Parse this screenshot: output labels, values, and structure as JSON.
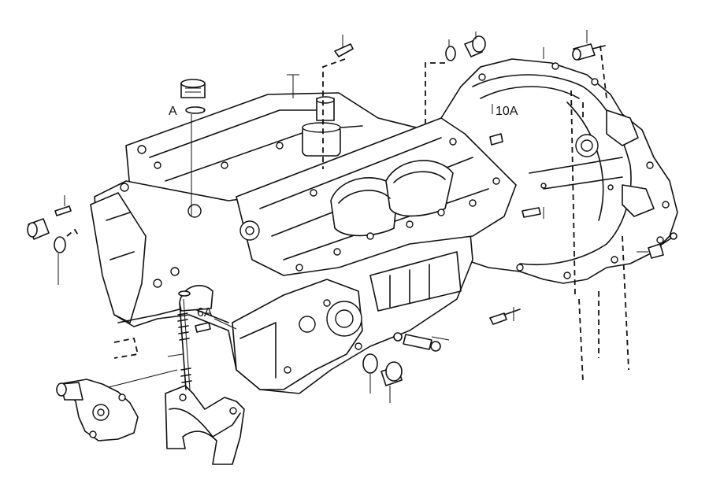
{
  "callouts": {
    "label_a": "A",
    "label_6a": "6A",
    "label_10a": "10A"
  },
  "colors": {
    "line": "#111111",
    "background": "#ffffff"
  }
}
